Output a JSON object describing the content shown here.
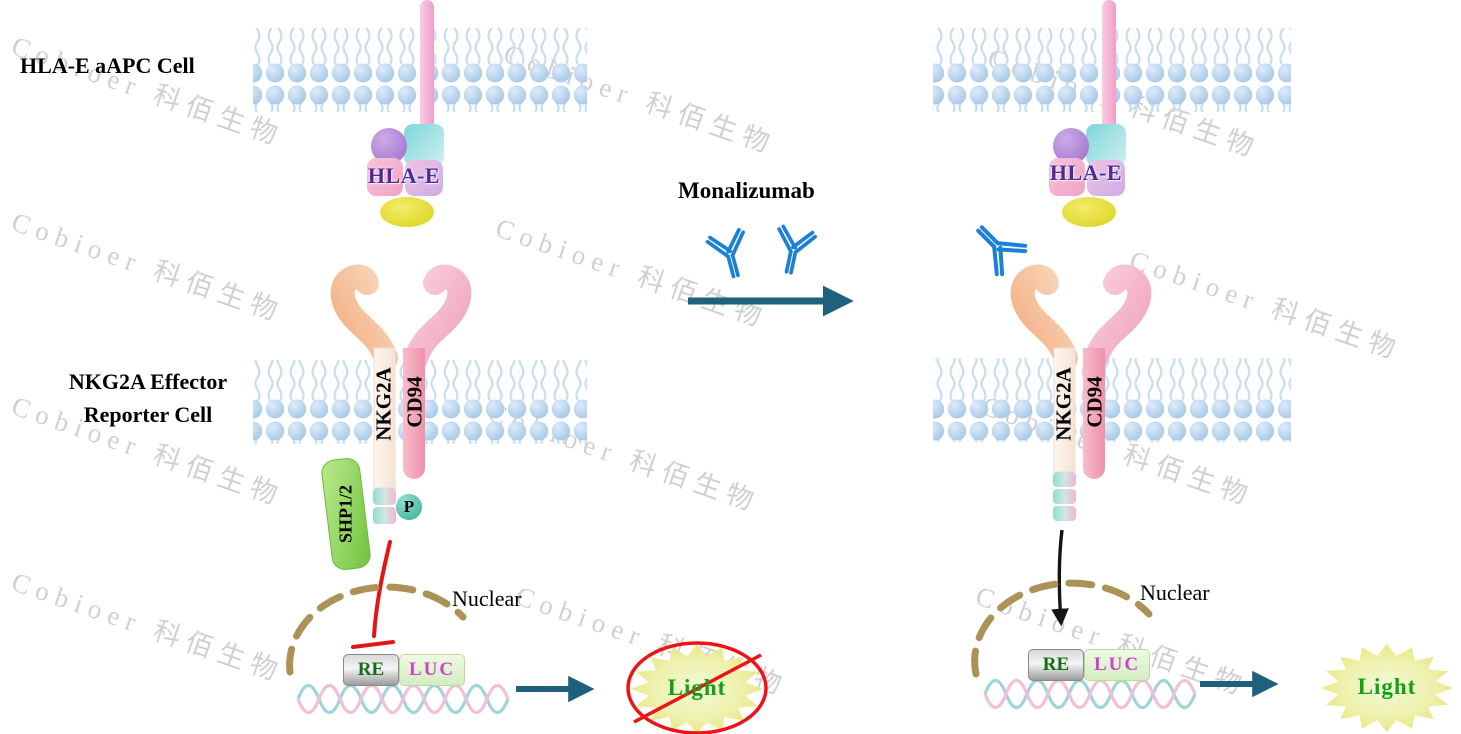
{
  "watermark": {
    "text": "Cobioer 科佰生物"
  },
  "labels": {
    "apc_cell": "HLA-E aAPC Cell",
    "effector_line1": "NKG2A Effector",
    "effector_line2": "Reporter Cell",
    "monalizumab": "Monalizumab"
  },
  "left": {
    "hla_e": "HLA-E",
    "nkg2a": "NKG2A",
    "cd94": "CD94",
    "shp": "SHP1/2",
    "phospho": "P",
    "nuclear": "Nuclear",
    "re": "RE",
    "luc": "LUC",
    "light": "Light"
  },
  "right": {
    "hla_e": "HLA-E",
    "nkg2a": "NKG2A",
    "cd94": "CD94",
    "nuclear": "Nuclear",
    "re": "RE",
    "luc": "LUC",
    "light": "Light"
  },
  "colors": {
    "membrane_blue": "#aecbe8",
    "antibody_blue": "#1a80d8",
    "arrow_teal": "#1e607e",
    "inhibition_red": "#e61414",
    "shp_green": "#7cc94a",
    "light_green": "#14a014",
    "hla_e_purple": "#4b2b96",
    "luc_magenta": "#cb42cb",
    "re_green": "#156e15",
    "nuclear_tan": "#ac9257",
    "watermark_gray": "#c5c5c5"
  }
}
